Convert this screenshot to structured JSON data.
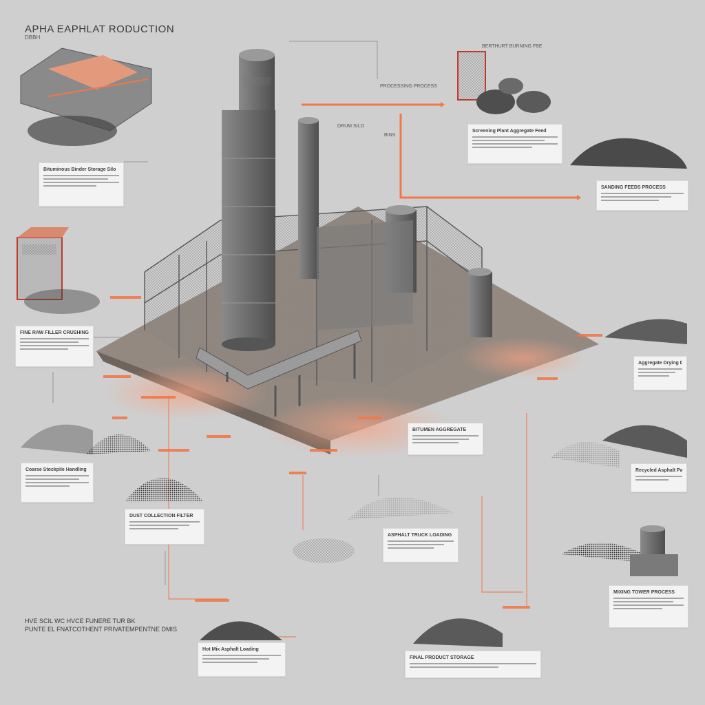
{
  "header": {
    "title": "APHA EAPHLAT RODUCTION",
    "subtitle": "DBBH"
  },
  "top_labels": [
    "BERTHURT BURNING FBE",
    "PROCESSING PROCESS",
    "DRUM SILO",
    "BINS"
  ],
  "cards": [
    {
      "id": "c1",
      "heading": "Bituminous Binder Storage Silo"
    },
    {
      "id": "c2",
      "heading": "Screening Plant Aggregate Feed"
    },
    {
      "id": "c3",
      "heading": "SANDING FEEDS PROCESS"
    },
    {
      "id": "c4",
      "heading": "FINE RAW FILLER CRUSHING"
    },
    {
      "id": "c5",
      "heading": "Aggregate Drying Drum"
    },
    {
      "id": "c6",
      "heading": "BITUMEN AGGREGATE"
    },
    {
      "id": "c7",
      "heading": "Coarse Stockpile Handling"
    },
    {
      "id": "c8",
      "heading": "Recycled Asphalt Pavement"
    },
    {
      "id": "c9",
      "heading": "DUST COLLECTION FILTER"
    },
    {
      "id": "c10",
      "heading": "ASPHALT TRUCK LOADING"
    },
    {
      "id": "c11",
      "heading": "MIXING TOWER PROCESS"
    },
    {
      "id": "c12",
      "heading": "Hot Mix Asphalt Loading"
    },
    {
      "id": "c13",
      "heading": "FINAL PRODUCT STORAGE"
    }
  ],
  "bottom_caption": {
    "line1": "HVE SCIL WC HVCE FUNERE TUR BK",
    "line2": "PUNTE EL FNATCOTHENT PRIVATEMPENTNE DMIS"
  },
  "colors": {
    "background": "#cfcfcf",
    "accent": "#f0784a",
    "steel": "#6e6e6e",
    "aggregate": "#3d3d3d"
  }
}
